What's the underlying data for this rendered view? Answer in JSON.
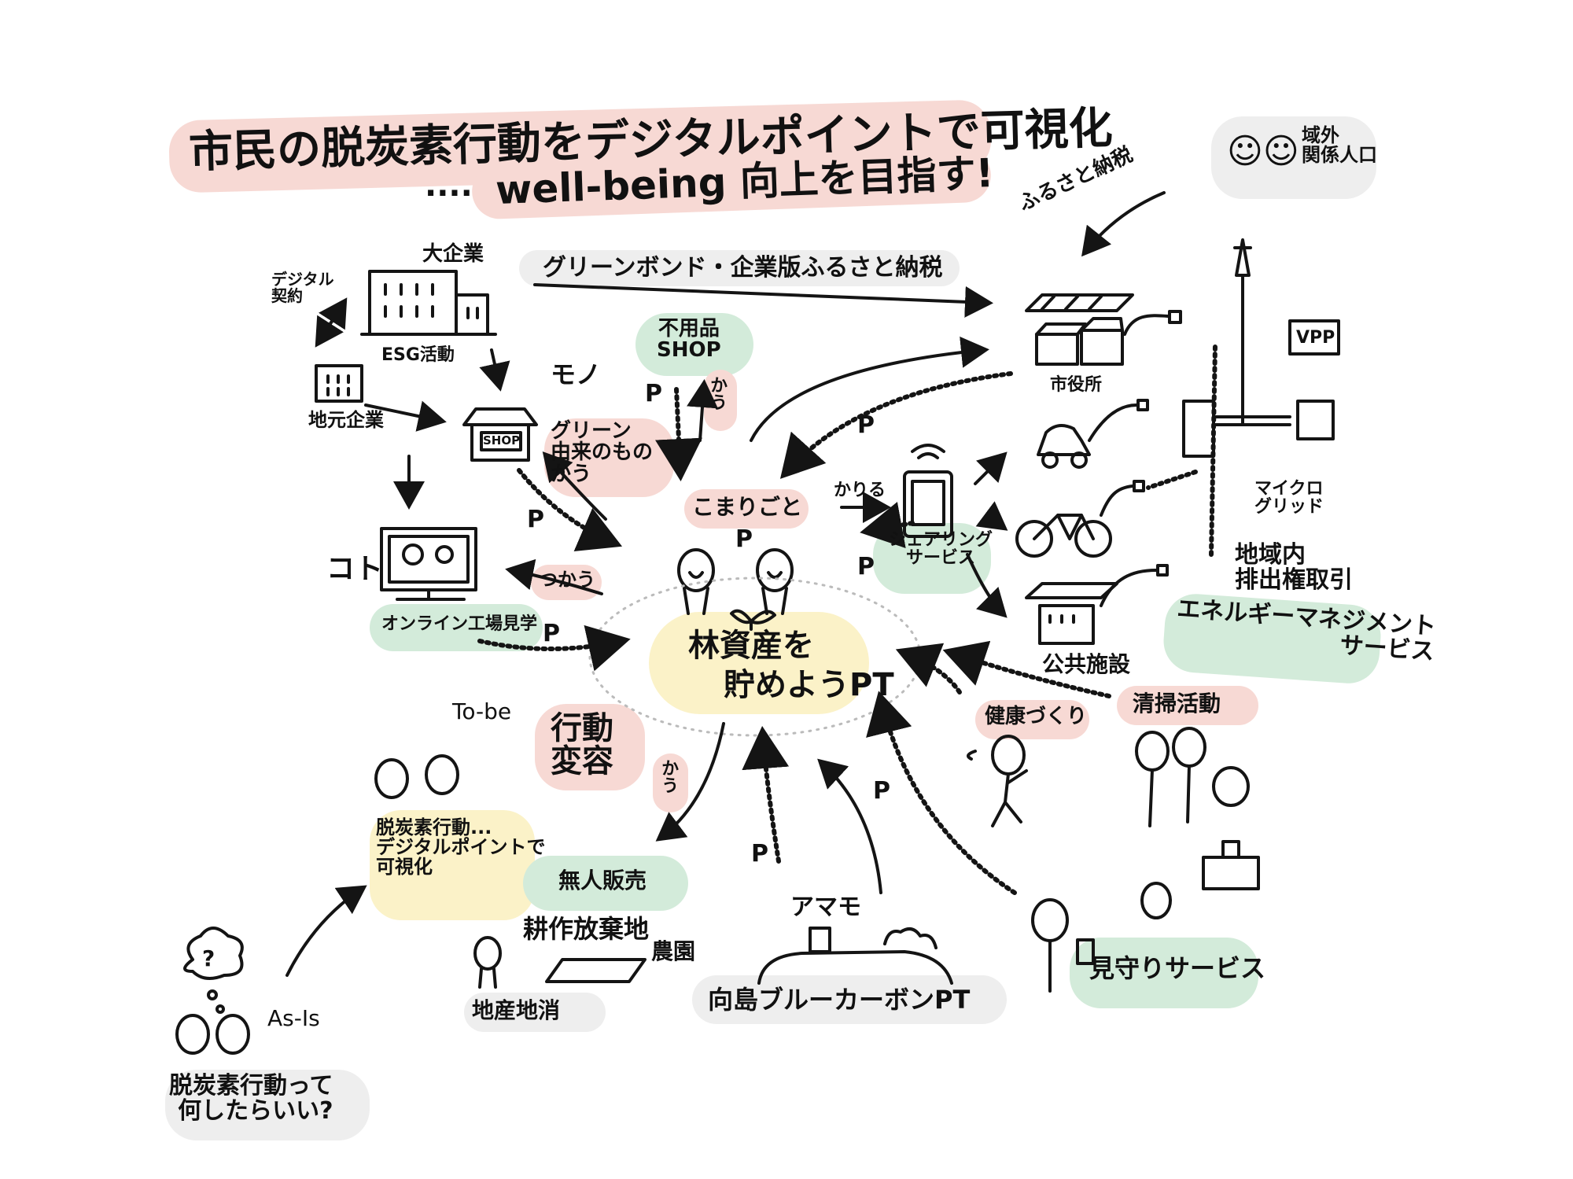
{
  "title": {
    "line1": "市民の脱炭素行動をデジタルポイントで可視化",
    "line2_prefix": "....",
    "line2": "well-being 向上を目指す!"
  },
  "center": {
    "line1": "林資産を",
    "line2": "貯めようPT",
    "top_label": "こまりごと"
  },
  "labels": {
    "daikigyo": "大企業",
    "digital_keiyaku": "デジタル\n契約",
    "esg": "ESG活動",
    "chimoto_kigyo": "地元企業",
    "shop": "SHOP",
    "mono": "モノ",
    "fuyohin_shop": "不用品\nSHOP",
    "kau": "かう",
    "green_yurai": "グリーン\n由来のもの\nかう",
    "koto": "コト",
    "tsukau": "つかう",
    "online_kojo": "オンライン工場見学",
    "green_bond": "グリーンボンド・企業版ふるさと納税",
    "furusato": "ふるさと納税",
    "ikigai": "域外\n関係人口",
    "shiyakusho": "市役所",
    "vpp": "VPP",
    "kariru": "かりる",
    "share_service": "シェアリング\nサービス",
    "micro_grid": "マイクロ\nグリッド",
    "chiiki_torihiki": "地域内\n排出権取引",
    "energy_mgmt": "エネルギーマネジメント\nサービス",
    "kokyo_shisetsu": "公共施設",
    "kenko": "健康づくり",
    "seiso": "清掃活動",
    "mimamori": "見守りサービス",
    "mukojima": "向島ブルーカーボンPT",
    "amamo": "アマモ",
    "mujin": "無人販売",
    "kosaku": "耕作放棄地",
    "noen": "農園",
    "chisan": "地産地消",
    "kodo_henyo": "行動\n変容",
    "to_be": "To-be",
    "as_is": "As-Is",
    "tobe_text": "脱炭素行動...\nデジタルポイントで\n可視化",
    "asis_text": "脱炭素行動って\n何したらいい?",
    "p": "P",
    "question": "?"
  },
  "colors": {
    "pink": "#f7d9d4",
    "green": "#d3ebda",
    "yellow": "#fbf2c8",
    "gray": "#eeeeee",
    "ink": "#141414"
  }
}
